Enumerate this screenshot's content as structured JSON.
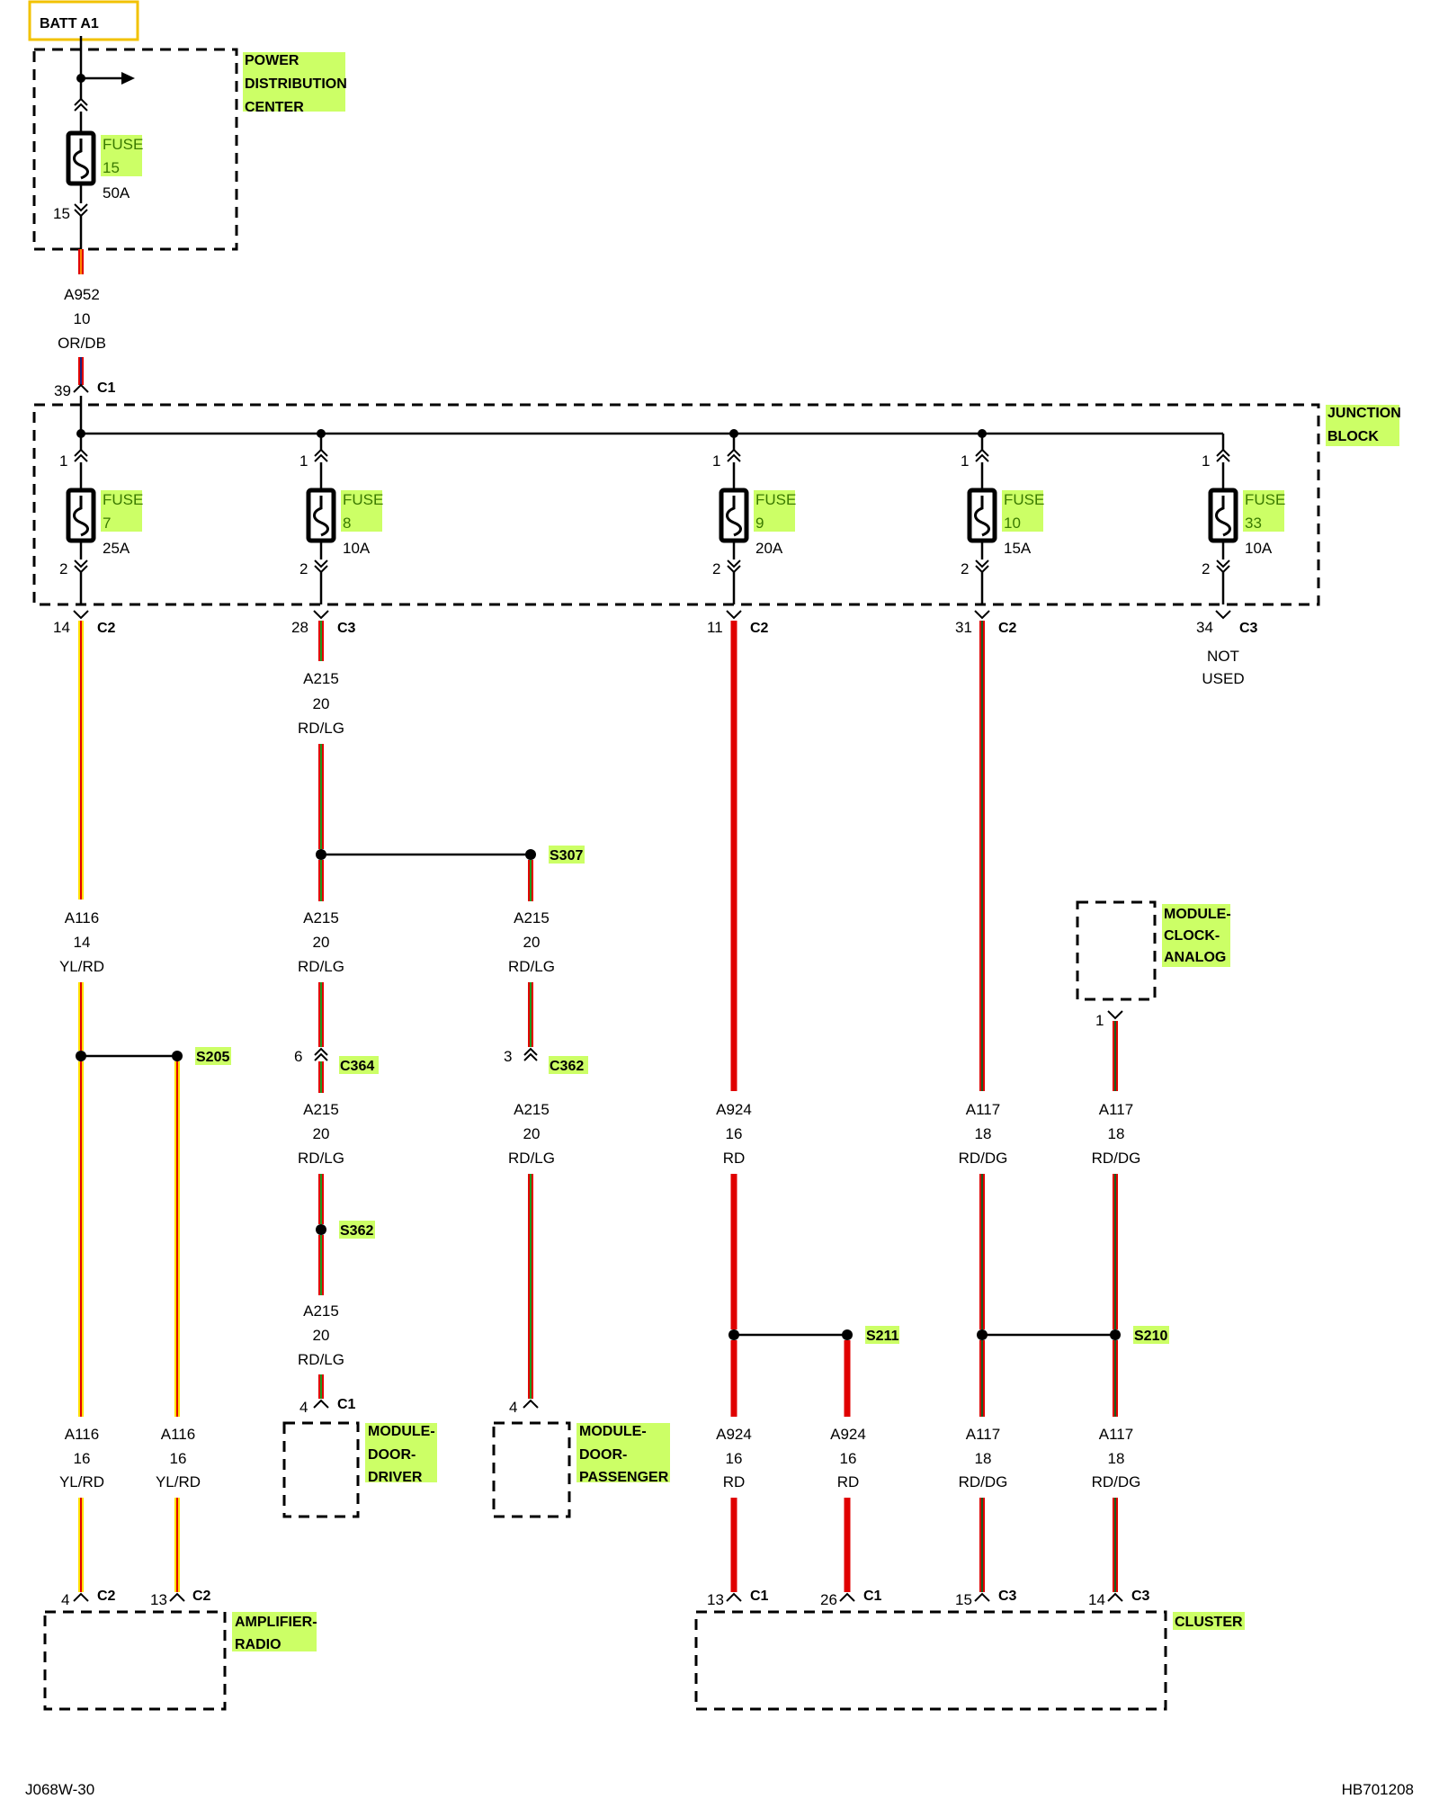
{
  "header": {
    "batt_label": "BATT A1"
  },
  "footer": {
    "left_code": "J068W-30",
    "right_code": "HB701208"
  },
  "components": {
    "pdc": {
      "line1": "POWER",
      "line2": "DISTRIBUTION",
      "line3": "CENTER"
    },
    "junction_block": {
      "line1": "JUNCTION",
      "line2": "BLOCK"
    },
    "clock": {
      "line1": "MODULE-",
      "line2": "CLOCK-",
      "line3": "ANALOG"
    },
    "door_driver": {
      "line1": "MODULE-",
      "line2": "DOOR-",
      "line3": "DRIVER"
    },
    "door_passenger": {
      "line1": "MODULE-",
      "line2": "DOOR-",
      "line3": "PASSENGER"
    },
    "amplifier": {
      "line1": "AMPLIFIER-",
      "line2": "RADIO"
    },
    "cluster": {
      "line1": "CLUSTER"
    }
  },
  "fuses": {
    "f15": {
      "word": "FUSE",
      "num": "15",
      "amp": "50A",
      "pin_bottom": "15"
    },
    "f7": {
      "word": "FUSE",
      "num": "7",
      "amp": "25A",
      "pin_top": "1",
      "pin_bottom": "2"
    },
    "f8": {
      "word": "FUSE",
      "num": "8",
      "amp": "10A",
      "pin_top": "1",
      "pin_bottom": "2"
    },
    "f9": {
      "word": "FUSE",
      "num": "9",
      "amp": "20A",
      "pin_top": "1",
      "pin_bottom": "2"
    },
    "f10": {
      "word": "FUSE",
      "num": "10",
      "amp": "15A",
      "pin_top": "1",
      "pin_bottom": "2"
    },
    "f33": {
      "word": "FUSE",
      "num": "33",
      "amp": "10A",
      "pin_top": "1",
      "pin_bottom": "2"
    }
  },
  "connectors": {
    "jb_in": {
      "pin": "39",
      "conn": "C1"
    },
    "jb_out_14": {
      "pin": "14",
      "conn": "C2"
    },
    "jb_out_28": {
      "pin": "28",
      "conn": "C3"
    },
    "jb_out_11": {
      "pin": "11",
      "conn": "C2"
    },
    "jb_out_31": {
      "pin": "31",
      "conn": "C2"
    },
    "jb_out_34": {
      "pin": "34",
      "conn": "C3"
    },
    "c364": {
      "pin": "6",
      "conn": "C364"
    },
    "c362": {
      "pin": "3",
      "conn": "C362"
    },
    "driver_in": {
      "pin": "4",
      "conn": "C1"
    },
    "passenger_in": {
      "pin": "4"
    },
    "clock_out": {
      "pin": "1"
    },
    "amp_4": {
      "pin": "4",
      "conn": "C2"
    },
    "amp_13": {
      "pin": "13",
      "conn": "C2"
    },
    "cl_13": {
      "pin": "13",
      "conn": "C1"
    },
    "cl_26": {
      "pin": "26",
      "conn": "C1"
    },
    "cl_15": {
      "pin": "15",
      "conn": "C3"
    },
    "cl_14": {
      "pin": "14",
      "conn": "C3"
    }
  },
  "not_used": {
    "line1": "NOT",
    "line2": "USED"
  },
  "splices": {
    "s307": "S307",
    "s205": "S205",
    "s362": "S362",
    "s211": "S211",
    "s210": "S210"
  },
  "wire_labels": {
    "a952": {
      "id": "A952",
      "gauge": "10",
      "color": "OR/DB"
    },
    "a215_top": {
      "id": "A215",
      "gauge": "20",
      "color": "RD/LG"
    },
    "a116_mid": {
      "id": "A116",
      "gauge": "14",
      "color": "YL/RD"
    },
    "a215_l1": {
      "id": "A215",
      "gauge": "20",
      "color": "RD/LG"
    },
    "a215_r1": {
      "id": "A215",
      "gauge": "20",
      "color": "RD/LG"
    },
    "a215_l2": {
      "id": "A215",
      "gauge": "20",
      "color": "RD/LG"
    },
    "a215_r2": {
      "id": "A215",
      "gauge": "20",
      "color": "RD/LG"
    },
    "a215_l3": {
      "id": "A215",
      "gauge": "20",
      "color": "RD/LG"
    },
    "a924_mid": {
      "id": "A924",
      "gauge": "16",
      "color": "RD"
    },
    "a117_mid_l": {
      "id": "A117",
      "gauge": "18",
      "color": "RD/DG"
    },
    "a117_mid_r": {
      "id": "A117",
      "gauge": "18",
      "color": "RD/DG"
    },
    "a116_bot_l": {
      "id": "A116",
      "gauge": "16",
      "color": "YL/RD"
    },
    "a116_bot_r": {
      "id": "A116",
      "gauge": "16",
      "color": "YL/RD"
    },
    "a924_bot_l": {
      "id": "A924",
      "gauge": "16",
      "color": "RD"
    },
    "a924_bot_r": {
      "id": "A924",
      "gauge": "16",
      "color": "RD"
    },
    "a117_bot_l": {
      "id": "A117",
      "gauge": "18",
      "color": "RD/DG"
    },
    "a117_bot_r": {
      "id": "A117",
      "gauge": "18",
      "color": "RD/DG"
    }
  },
  "colors": {
    "red": "#e00000",
    "yellow": "#ffe000",
    "green": "#1f9a1f",
    "orange": "#ff8800",
    "dark_blue": "#1a237e",
    "dark_green": "#1b5e20",
    "highlight": "#ccff66",
    "fuse_text": "#3a7a00"
  }
}
